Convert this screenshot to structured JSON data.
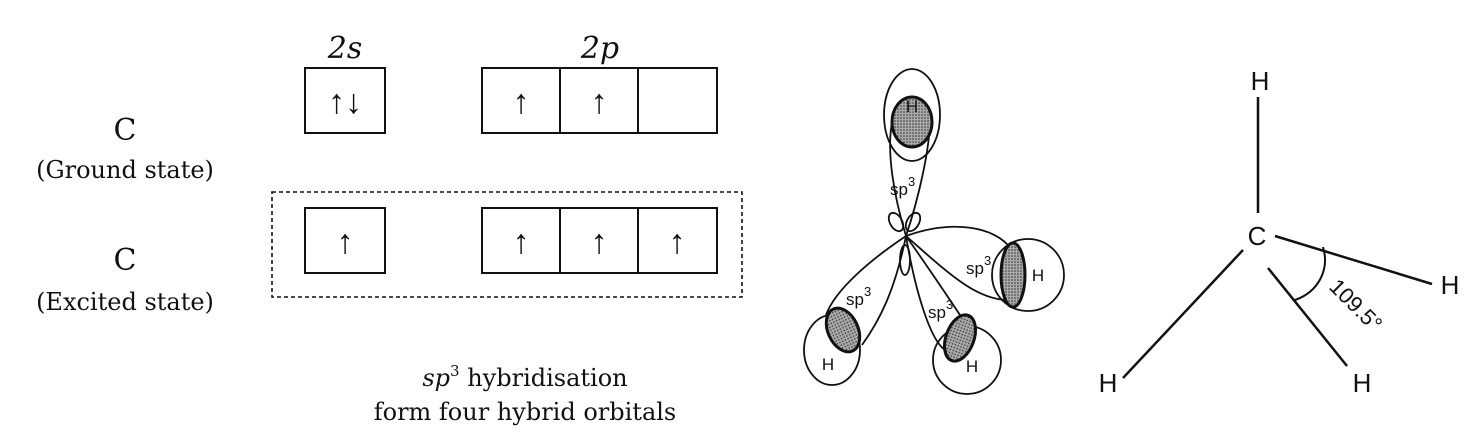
{
  "orbital_box": {
    "label_2s": "2s",
    "label_2p": "2p",
    "ground": {
      "atom": "C",
      "state": "(Ground state)",
      "s_box": "↑↓",
      "p_boxes": [
        "↑",
        "↑",
        ""
      ]
    },
    "excited": {
      "atom": "C",
      "state": "(Excited state)",
      "s_box": "↑",
      "p_boxes": [
        "↑",
        "↑",
        "↑"
      ]
    },
    "caption_sp": "sp",
    "caption_sup": "3",
    "caption_line1_rest": " hybridisation",
    "caption_line2": "form four hybrid orbitals"
  },
  "orbital_overlap": {
    "hydrogen": "H",
    "orbital": "sp",
    "orbital_sup": "3"
  },
  "structure": {
    "carbon": "C",
    "hydrogen": "H",
    "angle": "109.5°"
  }
}
